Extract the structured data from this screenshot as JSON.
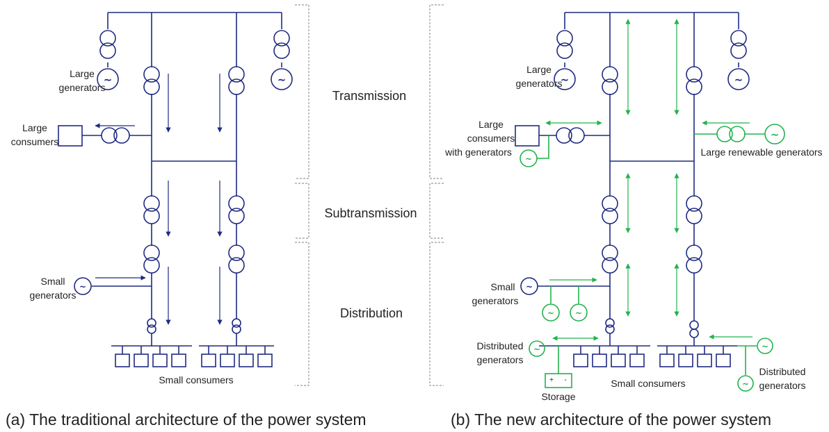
{
  "colors": {
    "traditional": "#1f2a80",
    "new": "#22b24c",
    "bracket": "#999999",
    "text": "#222222"
  },
  "icons": {
    "generator": "tilde-in-circle",
    "transformer": "double-circle"
  },
  "sections": {
    "transmission": "Transmission",
    "subtransmission": "Subtransmission",
    "distribution": "Distribution"
  },
  "left_diagram": {
    "large_generators": [
      "Large",
      "generators"
    ],
    "large_consumers": [
      "Large",
      "consumers"
    ],
    "small_generators": [
      "Small",
      "generators"
    ],
    "small_consumers": "Small consumers"
  },
  "right_diagram": {
    "large_generators": [
      "Large",
      "generators"
    ],
    "large_consumers_with_generators": [
      "Large",
      "consumers",
      "with generators"
    ],
    "large_renewable_generators": "Large renewable generators",
    "small_generators": [
      "Small",
      "generators"
    ],
    "distributed_generators_left": [
      "Distributed",
      "generators"
    ],
    "distributed_generators_right": [
      "Distributed",
      "generators"
    ],
    "storage": "Storage",
    "small_consumers": "Small consumers"
  },
  "captions": {
    "a": "(a)   The traditional architecture of the power system",
    "b": "(b)   The new architecture of the power system"
  }
}
